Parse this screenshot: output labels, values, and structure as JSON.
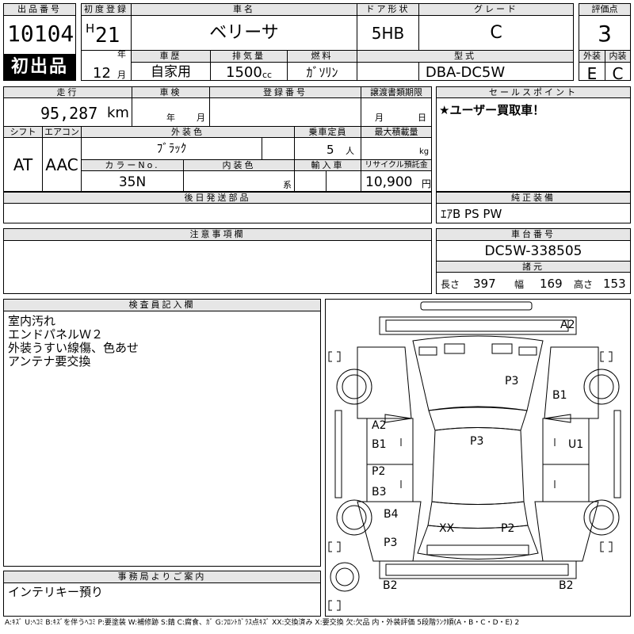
{
  "header": {
    "lot_label": "出品番号",
    "lot_number": "10104",
    "first_listing": "初出品",
    "first_reg_label": "初度登録",
    "era_prefix": "H",
    "year": "21",
    "year_unit": "年",
    "month": "12",
    "month_unit": "月",
    "car_name_label": "車名",
    "car_name": "ベリーサ",
    "door_label": "ドア形状",
    "door": "5HB",
    "grade_label": "グレード",
    "grade": "C",
    "score_label": "評価点",
    "score": "3",
    "history_label": "車歴",
    "history": "自家用",
    "displacement_label": "排気量",
    "displacement": "1500",
    "displacement_unit": "cc",
    "fuel_label": "燃料",
    "fuel": "ｶﾞｿﾘﾝ",
    "model_label": "型式",
    "model": "DBA-DC5W",
    "ext_label": "外装",
    "ext_score": "E",
    "int_label": "内装",
    "int_score": "C"
  },
  "details": {
    "mileage_label": "走行",
    "mileage": "95,287",
    "mileage_unit": "km",
    "inspection_label": "車検",
    "insp_year_unit": "年",
    "insp_month_unit": "月",
    "reg_no_label": "登録番号",
    "transfer_label": "譲渡書類期限",
    "transfer_month_unit": "月",
    "transfer_day_unit": "日",
    "shift_label": "シフト",
    "shift": "AT",
    "ac_label": "エアコン",
    "ac": "AAC",
    "ext_color_label": "外装色",
    "ext_color": "ﾌﾞﾗｯｸ",
    "capacity_label": "乗車定員",
    "capacity": "5",
    "capacity_unit": "人",
    "max_load_label": "最大積載量",
    "max_load_unit": "kg",
    "color_no_label": "カラーNo.",
    "color_no": "35N",
    "int_color_label": "内装色",
    "int_color_unit": "系",
    "import_label": "輸入車",
    "recycle_label": "リサイクル預託金",
    "recycle": "10,900",
    "recycle_unit": "円",
    "sales_label": "セールスポイント",
    "sales_text": "★ユーザー買取車！",
    "later_parts_label": "後日発送部品",
    "options_label": "純正装備",
    "options": "ｴｱB PS PW"
  },
  "notes": {
    "caution_label": "注意事項欄",
    "chassis_label": "車台番号",
    "chassis": "DC5W-338505",
    "spec_label": "諸元",
    "length_label": "長さ",
    "length": "397",
    "width_label": "幅",
    "width": "169",
    "height_label": "高さ",
    "height": "153",
    "inspector_label": "検査員記入欄",
    "inspector_lines": [
      "室内汚れ",
      "エンドパネルＷ２",
      "外装うすい線傷、色あせ",
      "アンテナ要交換"
    ],
    "office_label": "事務局よりご案内",
    "office_text": "インテリキー預り"
  },
  "diagram": {
    "marks": {
      "a2_top": "A2",
      "p3_hood": "P3",
      "b1_rf": "B1",
      "a2_lf": "A2",
      "b1_lf": "B1",
      "p3_roof": "P3",
      "u1_rf": "U1",
      "p2_lr": "P2",
      "b3_lr": "B3",
      "b4_lr": "B4",
      "xx_back": "XX",
      "p2_back": "P2",
      "p3_lq": "P3",
      "b2_rl": "B2",
      "b2_rr": "B2"
    }
  },
  "legend": "A:ｷｽﾞ U:ﾍｺﾐ B:ｷｽﾞを伴うﾍｺﾐ P:要塗装 W:補修跡 S:錆 C:腐食、ｶﾞ G:ﾌﾛﾝﾄｶﾞﾗｽ点ｷｽﾞ XX:交換済み X:要交換 欠:欠品 内・外装評価 5段階ﾗﾝｸ順(A・B・C・D・E) 2"
}
